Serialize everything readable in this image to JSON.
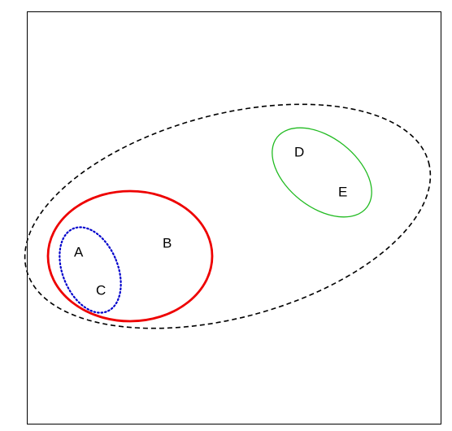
{
  "diagram": {
    "nodes": [
      {
        "id": "A",
        "label": "A"
      },
      {
        "id": "B",
        "label": "B"
      },
      {
        "id": "C",
        "label": "C"
      },
      {
        "id": "D",
        "label": "D"
      },
      {
        "id": "E",
        "label": "E"
      }
    ],
    "groups": [
      {
        "id": "outer",
        "members": [
          "A",
          "B",
          "C",
          "D",
          "E"
        ],
        "color": "#000000",
        "line_style": "dashed"
      },
      {
        "id": "red",
        "members": [
          "A",
          "B",
          "C"
        ],
        "color": "#ee0000",
        "line_style": "solid"
      },
      {
        "id": "blue",
        "members": [
          "A",
          "C"
        ],
        "color": "#0000cc",
        "line_style": "dotted"
      },
      {
        "id": "green",
        "members": [
          "D",
          "E"
        ],
        "color": "#22bb22",
        "line_style": "solid"
      }
    ],
    "frame_color": "#000000"
  }
}
